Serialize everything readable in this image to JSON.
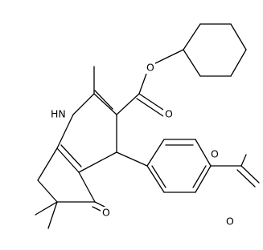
{
  "diagram": {
    "type": "chemical-structure",
    "atom_labels": {
      "ester_o_link": "O",
      "ester_o_carbonyl": "O",
      "ring_nh": "HN",
      "ketone_o": "O",
      "methyl_ester_o_link": "O",
      "methyl_ester_o_carbonyl": "O"
    },
    "colors": {
      "bond": "#000000",
      "label": "#000000",
      "background": "#ffffff"
    }
  }
}
